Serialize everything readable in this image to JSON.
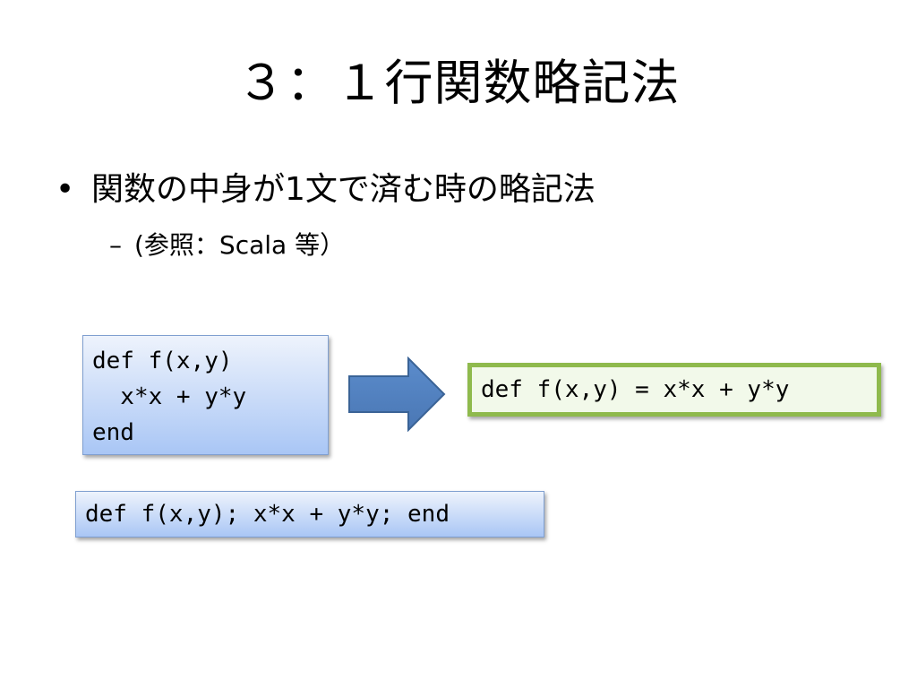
{
  "slide": {
    "title": "３：１行関数略記法",
    "bullets": [
      {
        "marker": "•",
        "text": "関数の中身が1文で済む時の略記法",
        "sub": {
          "marker": "–",
          "text": "(参照：Scala 等）"
        }
      }
    ],
    "code_multiline": "def f(x,y)\n  x*x + y*y\nend",
    "code_short": "def f(x,y) = x*x + y*y",
    "code_semicolon": "def f(x,y); x*x + y*y; end",
    "colors": {
      "arrow_fill": "#4f81bd",
      "arrow_stroke": "#3a6396",
      "green_border": "#8fba4d",
      "blue_gradient_top": "#eef3fc",
      "blue_gradient_bottom": "#a9c6f5"
    },
    "icons": {
      "arrow": "right-arrow-icon"
    }
  }
}
